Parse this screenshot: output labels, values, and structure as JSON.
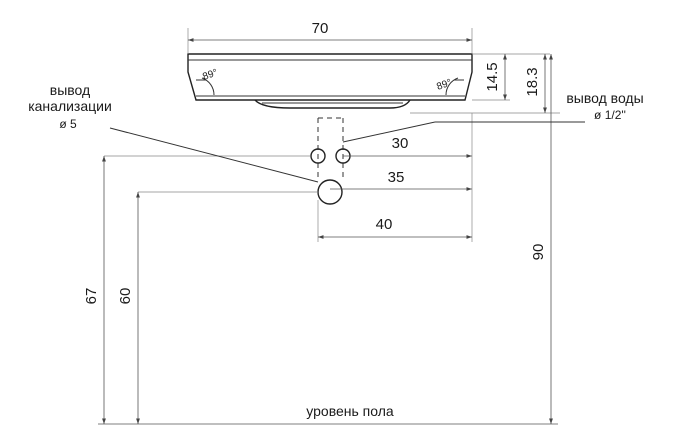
{
  "dimensions": {
    "basin_width": "70",
    "edge_height": "14.5",
    "total_height": "18.3",
    "water_outlets": "30",
    "drain_center": "35",
    "drain_edge": "40",
    "drain_height": "60",
    "water_height": "67",
    "mount_height": "90"
  },
  "labels": {
    "drain_line1": "вывод",
    "drain_line2": "канализации",
    "drain_diameter": "ø 5",
    "water_outlet": "вывод воды",
    "water_diameter": "ø 1/2''",
    "floor_level": "уровень пола",
    "angle_left": "89°",
    "angle_right": "89°"
  }
}
